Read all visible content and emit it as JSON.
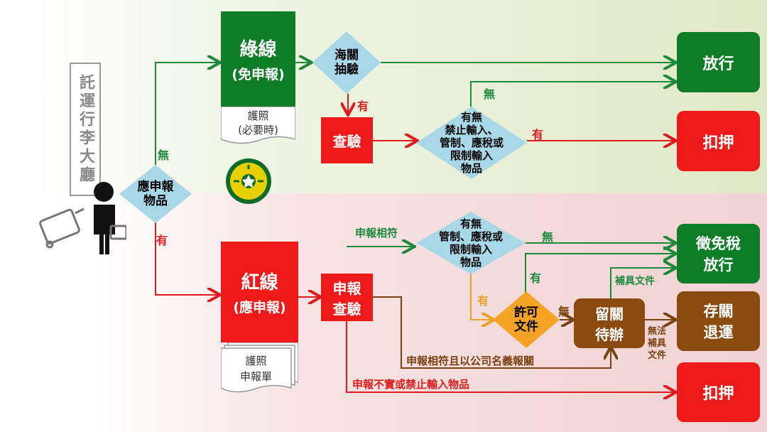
{
  "colors": {
    "green": "#0e7d28",
    "red": "#ee1a1a",
    "blue_diamond": "#a8d8e8",
    "orange": "#f5a325",
    "brown": "#8b4a10",
    "label_green": "#1b8a3b",
    "label_red": "#e11b1b",
    "label_orange": "#f0a020",
    "label_brown": "#7a4210"
  },
  "traveler_label": "託運行李大廳",
  "declare_question": "應申報物品",
  "branch_none": "無",
  "branch_yes": "有",
  "green_line": {
    "title": "綠線",
    "sub": "(免申報)",
    "doc_line1": "護照",
    "doc_line2": "(必要時)"
  },
  "customs_check": "海關抽驗",
  "inspection_yes": "有",
  "inspection": "查驗",
  "prohibited_q": {
    "l1": "有無",
    "l2": "禁止輸入、",
    "l3": "管制、應稅或",
    "l4": "限制輸入",
    "l5": "物品"
  },
  "prohibited_none": "無",
  "prohibited_yes": "有",
  "release": "放行",
  "detain_top": "扣押",
  "red_line": {
    "title": "紅線",
    "sub": "(應申報)",
    "doc_line1": "護照",
    "doc_line2": "申報單"
  },
  "declare_inspect": {
    "l1": "申報",
    "l2": "查驗"
  },
  "match_label": "申報相符",
  "controlled_q": {
    "l1": "有無",
    "l2": "管制、應稅或",
    "l3": "限制輸入",
    "l4": "物品"
  },
  "controlled_none": "無",
  "controlled_yes": "有",
  "permit_yes": "有",
  "permit_q": {
    "l1": "許可",
    "l2": "文件"
  },
  "permit_none": "無",
  "hold": {
    "l1": "留關",
    "l2": "待辦"
  },
  "supplement": "補具文件",
  "cannot_supplement": {
    "l1": "無法",
    "l2": "補具",
    "l3": "文件"
  },
  "tax_release": {
    "l1": "徵免稅",
    "l2": "放行"
  },
  "store_return": {
    "l1": "存關",
    "l2": "退運"
  },
  "company_declare": "申報相符且以公司名義報關",
  "false_declare": "申報不實或禁止輸入物品",
  "detain_bottom": "扣押",
  "icons": {
    "traveler": "traveler-with-luggage-icon",
    "emblem": "customs-emblem-icon"
  }
}
